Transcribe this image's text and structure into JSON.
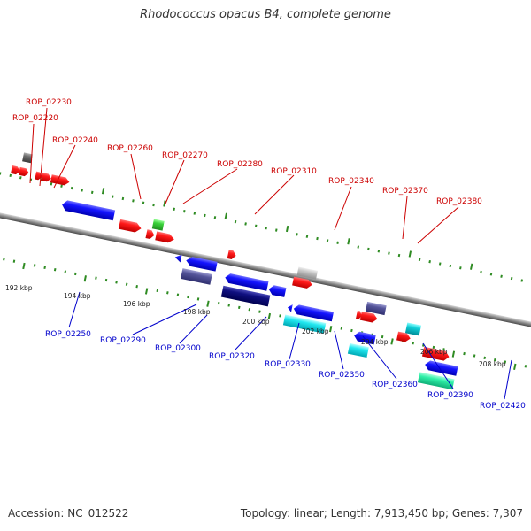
{
  "header": {
    "title": "Rhodococcus opacus B4, complete genome"
  },
  "footer": {
    "accession": "Accession: NC_012522",
    "topology": "Topology: linear; Length: 7,913,450 bp; Genes: 7,307"
  },
  "colors": {
    "forward_label": "#cc0000",
    "reverse_label": "#0000cc",
    "backbone": "#8c8c8c",
    "tick": "#2e8b22"
  },
  "scale_labels": [
    "192 kbp",
    "194 kbp",
    "196 kbp",
    "198 kbp",
    "200 kbp",
    "202 kbp",
    "204 kbp",
    "206 kbp",
    "208 kbp"
  ],
  "forward_gene_labels": [
    "ROP_02230",
    "ROP_02220",
    "ROP_02240",
    "ROP_02260",
    "ROP_02270",
    "ROP_02280",
    "ROP_02310",
    "ROP_02340",
    "ROP_02370",
    "ROP_02380"
  ],
  "reverse_gene_labels": [
    "ROP_02250",
    "ROP_02290",
    "ROP_02300",
    "ROP_02320",
    "ROP_02330",
    "ROP_02350",
    "ROP_02360",
    "ROP_02390",
    "ROP_02420"
  ]
}
